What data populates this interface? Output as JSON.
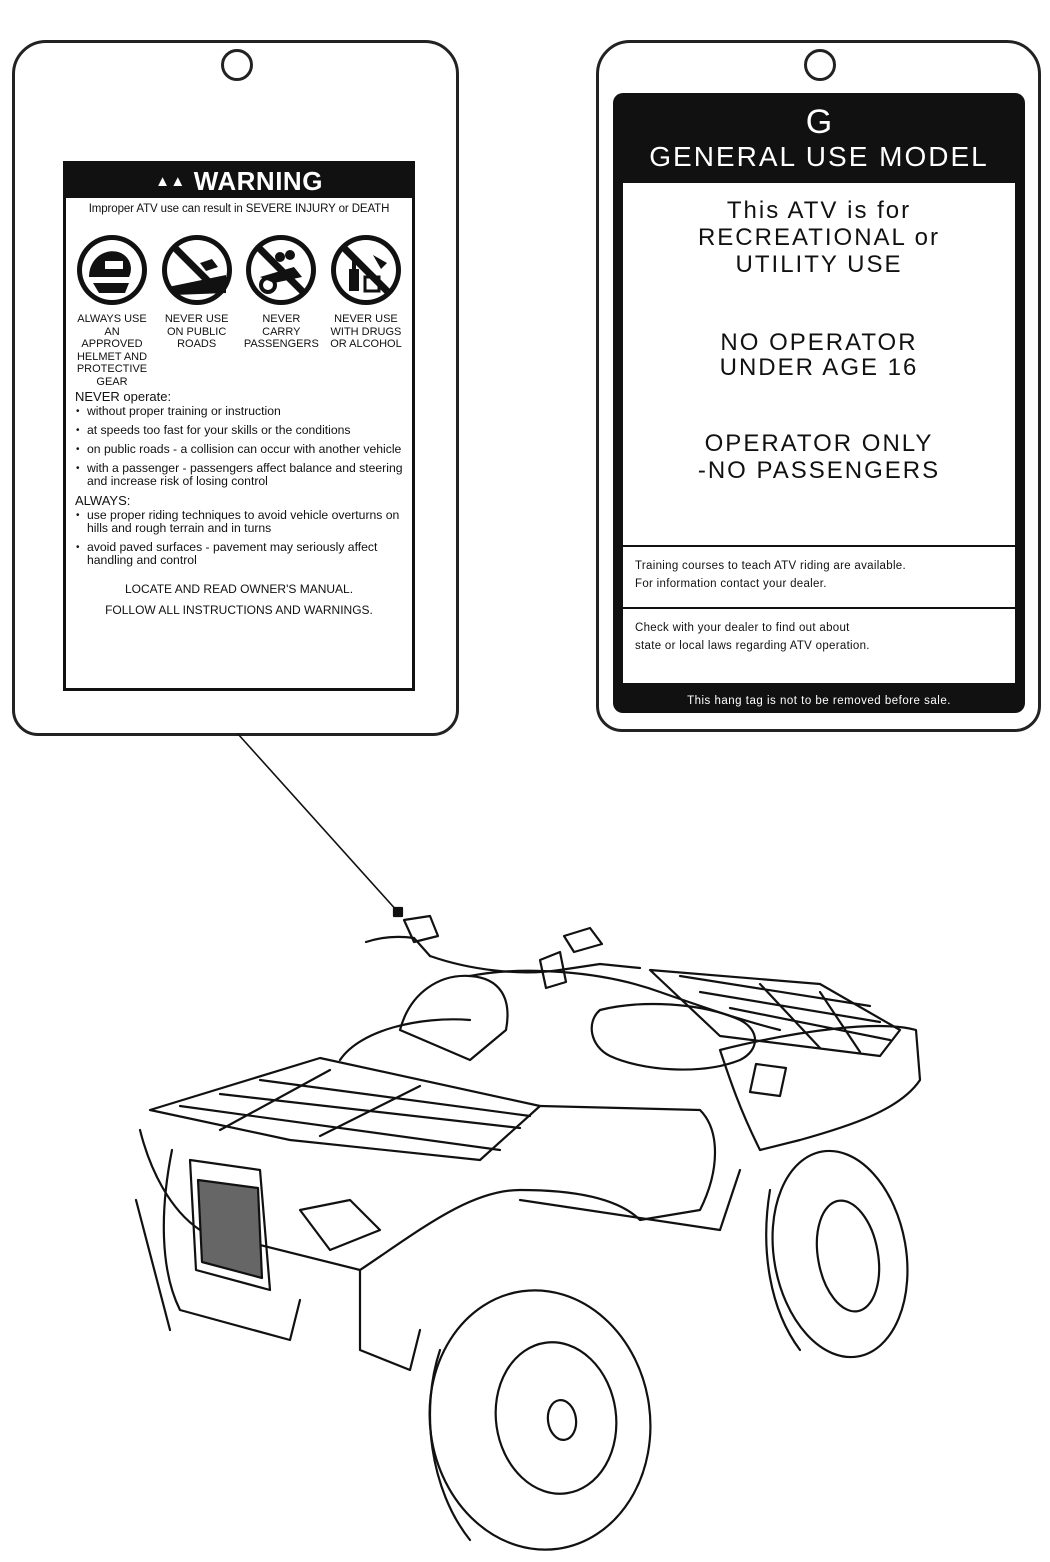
{
  "warning_tag": {
    "header": "WARNING",
    "subtitle": "Improper ATV use can result in SEVERE INJURY or DEATH",
    "pictograms": [
      {
        "caption": "ALWAYS USE\nAN APPROVED\nHELMET AND\nPROTECTIVE\nGEAR",
        "icon": "helmet-icon"
      },
      {
        "caption": "NEVER USE\nON PUBLIC\nROADS",
        "icon": "no-public-roads-icon"
      },
      {
        "caption": "NEVER CARRY\nPASSENGERS",
        "icon": "no-passengers-icon"
      },
      {
        "caption": "NEVER USE\nWITH DRUGS\nOR ALCOHOL",
        "icon": "no-drugs-alcohol-icon"
      }
    ],
    "never_heading": "NEVER operate:",
    "never_items": [
      "without proper training or instruction",
      "at speeds too fast for your skills or the conditions",
      "on public roads - a collision can occur with another vehicle",
      "with a passenger - passengers affect balance and steering and increase risk of losing control"
    ],
    "always_heading": "ALWAYS:",
    "always_items": [
      "use proper riding techniques to avoid vehicle overturns on hills and rough terrain and in turns",
      "avoid paved surfaces - pavement may seriously affect handling and control"
    ],
    "footer_line1": "LOCATE AND READ OWNER'S MANUAL.",
    "footer_line2": "FOLLOW ALL INSTRUCTIONS AND WARNINGS."
  },
  "general_tag": {
    "letter": "G",
    "title": "GENERAL USE MODEL",
    "line1": "This ATV is for",
    "line2": "RECREATIONAL or",
    "line3": "UTILITY USE",
    "line4": "NO OPERATOR",
    "line5": "UNDER AGE 16",
    "line6": "OPERATOR ONLY",
    "line7": "-NO PASSENGERS",
    "training_1": "Training courses to teach ATV riding are available.",
    "training_2": "For information contact your dealer.",
    "laws_1": "Check with your dealer to find out about",
    "laws_2": "state or local laws regarding ATV operation.",
    "bottom_note": "This hang tag is not to be removed before sale."
  }
}
